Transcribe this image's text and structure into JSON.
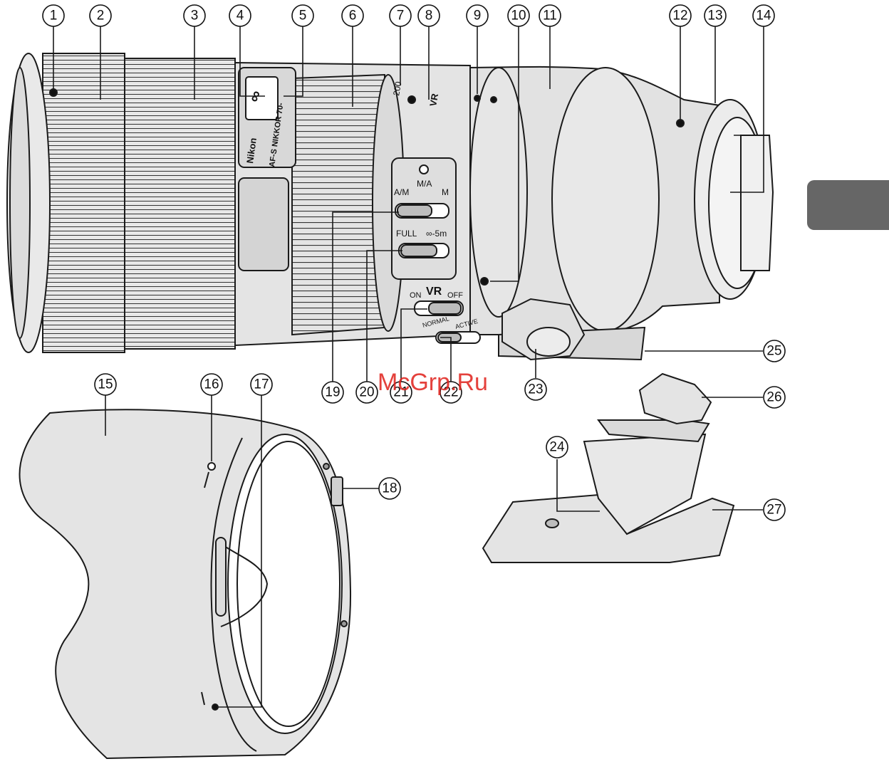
{
  "watermark": "McGrp.Ru",
  "colors": {
    "line": "#1a1a1a",
    "body": "#e6e6e6",
    "shade": "#d4d4d4",
    "tab": "#666666",
    "watermark": "#e0201b"
  },
  "lens_markings": {
    "brand": "Nikon",
    "model": "AF-S NIKKOR 70-",
    "infinity": "∞",
    "zoom_200": "200",
    "vr_badge": "VR",
    "focus_modes": [
      "A/M",
      "M/A",
      "M"
    ],
    "focus_limit": [
      "FULL",
      "∞-5m"
    ],
    "vr_switch": [
      "ON",
      "VR",
      "OFF"
    ],
    "vr_mode": [
      "NORMAL",
      "ACTIVE"
    ]
  },
  "callouts": [
    {
      "n": "1"
    },
    {
      "n": "2"
    },
    {
      "n": "3"
    },
    {
      "n": "4"
    },
    {
      "n": "5"
    },
    {
      "n": "6"
    },
    {
      "n": "7"
    },
    {
      "n": "8"
    },
    {
      "n": "9"
    },
    {
      "n": "10"
    },
    {
      "n": "11"
    },
    {
      "n": "12"
    },
    {
      "n": "13"
    },
    {
      "n": "14"
    },
    {
      "n": "15"
    },
    {
      "n": "16"
    },
    {
      "n": "17"
    },
    {
      "n": "18"
    },
    {
      "n": "19"
    },
    {
      "n": "20"
    },
    {
      "n": "21"
    },
    {
      "n": "22"
    },
    {
      "n": "23"
    },
    {
      "n": "24"
    },
    {
      "n": "25"
    },
    {
      "n": "26"
    },
    {
      "n": "27"
    }
  ]
}
